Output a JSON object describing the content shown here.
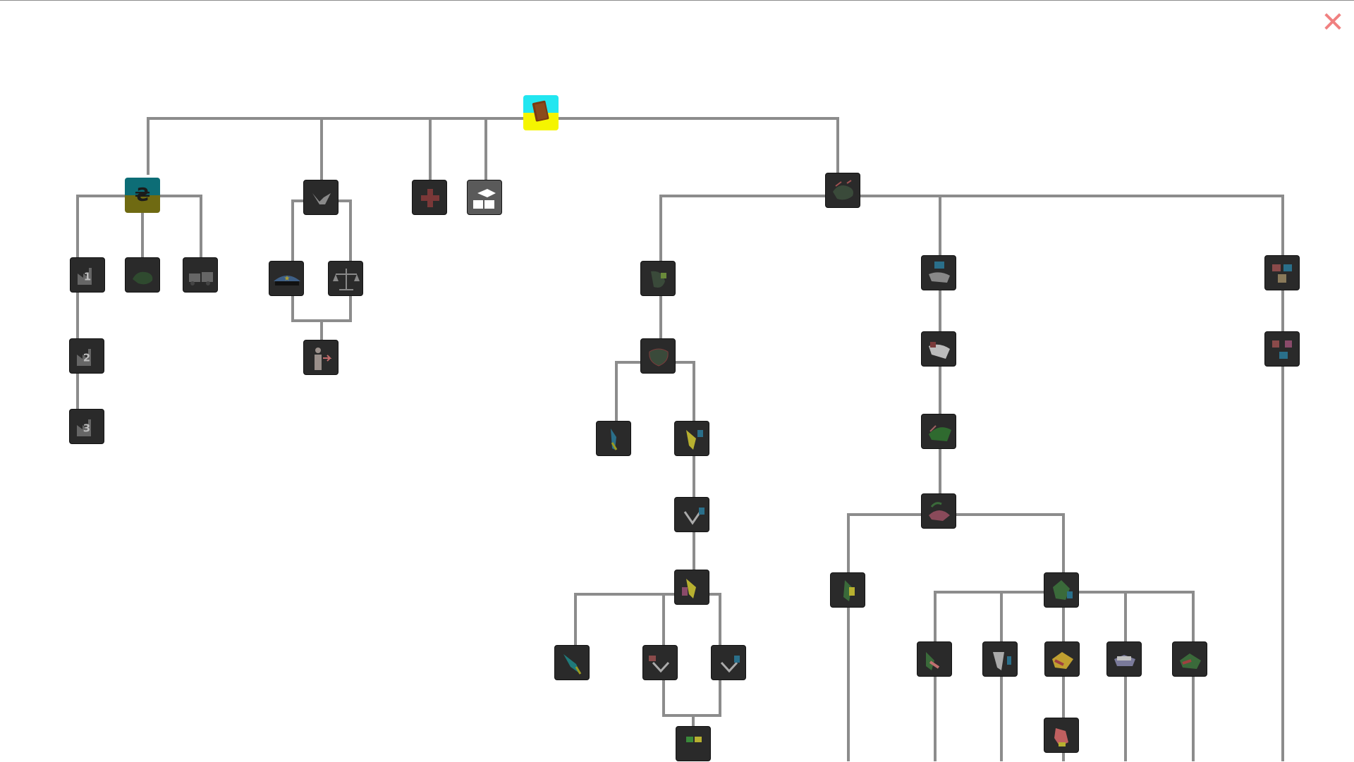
{
  "window": {
    "close_label": "✕"
  },
  "colors": {
    "line": "#8c8c8c",
    "node_bg": "#2a2a2a",
    "root_top": "#22e6f0",
    "root_bottom": "#f5f500",
    "currency_top": "#0d6d76",
    "currency_bottom": "#6f6a12",
    "close": "#f08080"
  },
  "tree": {
    "root_icon": "book-icon",
    "economy": {
      "icon": "hryvnia-currency-icon",
      "industry_levels": [
        "1",
        "2",
        "3"
      ]
    },
    "icons": {
      "agriculture": "harvest-map-icon",
      "transport": "train-icon",
      "diplomacy": "handshake-icon",
      "police": "police-cap-icon",
      "justice": "scales-icon",
      "emigration": "person-leaving-icon",
      "healthcare": "red-cross-icon",
      "education": "graduation-book-icon",
      "territory": "territory-map-icon"
    }
  }
}
